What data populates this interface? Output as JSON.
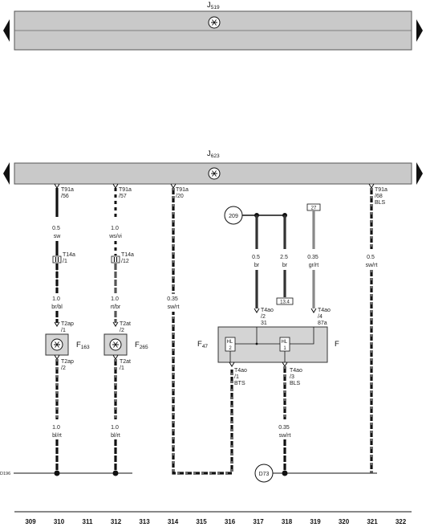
{
  "modules": {
    "j519": {
      "prefix": "J",
      "sub": "519"
    },
    "j623": {
      "prefix": "J",
      "sub": "623"
    }
  },
  "connectors": {
    "c310_top": [
      "T91a",
      "/56"
    ],
    "c312_top": [
      "T91a",
      "/57"
    ],
    "c314_top": [
      "T91a",
      "/20"
    ],
    "c321_top": [
      "T91a",
      "/68",
      "BLS"
    ],
    "c310_mid": [
      "T14a",
      "/1"
    ],
    "c312_mid": [
      "T14a",
      "/12"
    ],
    "c310_f1": [
      "T2ap",
      "/1"
    ],
    "c312_f1": [
      "T2at",
      "/2"
    ],
    "c310_f2": [
      "T2ap",
      "/2"
    ],
    "c312_f2": [
      "T2at",
      "/1"
    ],
    "c317_f47": [
      "T4ao",
      "/2",
      "31"
    ],
    "c319_f47": [
      "T4ao",
      "/4",
      "87a"
    ],
    "c316_out": [
      "T4ao",
      "/1",
      "BTS"
    ],
    "c318_out": [
      "T4ao",
      "/3",
      "BLS"
    ]
  },
  "wires": {
    "w310_a": [
      "0.5",
      "sw"
    ],
    "w312_a": [
      "1.0",
      "ws/vi"
    ],
    "w314": [
      "0.35",
      "sw/rt"
    ],
    "w317": [
      "0.5",
      "br"
    ],
    "w318": [
      "2.5",
      "br"
    ],
    "w319": [
      "0.35",
      "gr/rt"
    ],
    "w321": [
      "0.5",
      "sw/rt"
    ],
    "w310_b": [
      "1.0",
      "br/bl"
    ],
    "w312_b": [
      "1.0",
      "rt/br"
    ],
    "w310_c": [
      "1.0",
      "bl/rt"
    ],
    "w312_c": [
      "1.0",
      "bl/rt"
    ],
    "w318_c": [
      "0.35",
      "sw/rt"
    ]
  },
  "components": {
    "f163": {
      "prefix": "F",
      "sub": "163"
    },
    "f265": {
      "prefix": "F",
      "sub": "265"
    },
    "f47": {
      "prefix": "F",
      "sub": "47"
    },
    "f": "F",
    "switch_hl2": [
      "HL",
      "2"
    ],
    "switch_hl1": [
      "HL",
      "1"
    ]
  },
  "refs": {
    "r209": "209",
    "r27": "27",
    "r134": "13.4",
    "d73": "D73",
    "d196": "D196"
  },
  "grid_numbers": [
    "309",
    "310",
    "311",
    "312",
    "313",
    "314",
    "315",
    "316",
    "317",
    "318",
    "319",
    "320",
    "321",
    "322"
  ],
  "colors": {
    "bar_fill": "#c9c9c9",
    "component_fill": "#d4d4d4",
    "wire_dark": "#2b2b2b",
    "wire_gray": "#8a8a8a"
  }
}
